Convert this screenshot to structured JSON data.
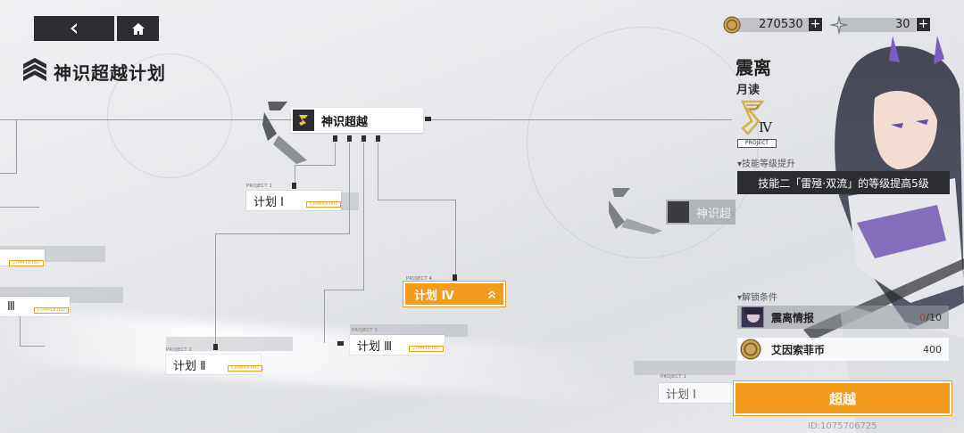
{
  "nav": {
    "back_icon": "back-arrow-icon",
    "home_icon": "home-icon"
  },
  "page": {
    "title": "神识超越计划"
  },
  "resources": {
    "coin_value": "270530",
    "star_value": "30",
    "coin_icon": "coin-icon",
    "star_icon": "star-shard-icon"
  },
  "tree": {
    "root_label": "神识超越",
    "plans": [
      {
        "sub": "PROJECT 1",
        "label": "计划 Ⅰ",
        "badge": "COMPLETED"
      },
      {
        "sub": "PROJECT 2",
        "label": "计划 Ⅱ",
        "badge": "COMPLETED"
      },
      {
        "sub": "PROJECT 3",
        "label": "计划 Ⅲ",
        "badge": "COMPLETED"
      },
      {
        "sub": "PROJECT 4",
        "label": "计划 Ⅳ",
        "badge": ""
      }
    ],
    "left_partial_label": "Ⅲ",
    "left_badge_1": "COMPLETED",
    "left_badge_2": "COMPLETED",
    "ghost_label": "神识超",
    "ghost_plan_sub": "PROJECT 1",
    "ghost_plan_label": "计划 Ⅰ"
  },
  "character": {
    "name": "震离",
    "subtitle": "月读",
    "tier": "Ⅳ",
    "project_tag": "PROJECT"
  },
  "skill": {
    "section_label": "▾技能等级提升",
    "text": "技能二「雷殛·双流」的等级提高5级"
  },
  "unlock": {
    "section_label": "▾解锁条件",
    "items": [
      {
        "name": "震离情报",
        "have": "0",
        "need": "/10"
      },
      {
        "name": "艾因索菲币",
        "value": "400"
      }
    ]
  },
  "action": {
    "label": "超越"
  },
  "uid": "ID:1075706725",
  "colors": {
    "accent": "#f29b1c",
    "dark": "#2b2d31",
    "warn": "#c0392b"
  }
}
